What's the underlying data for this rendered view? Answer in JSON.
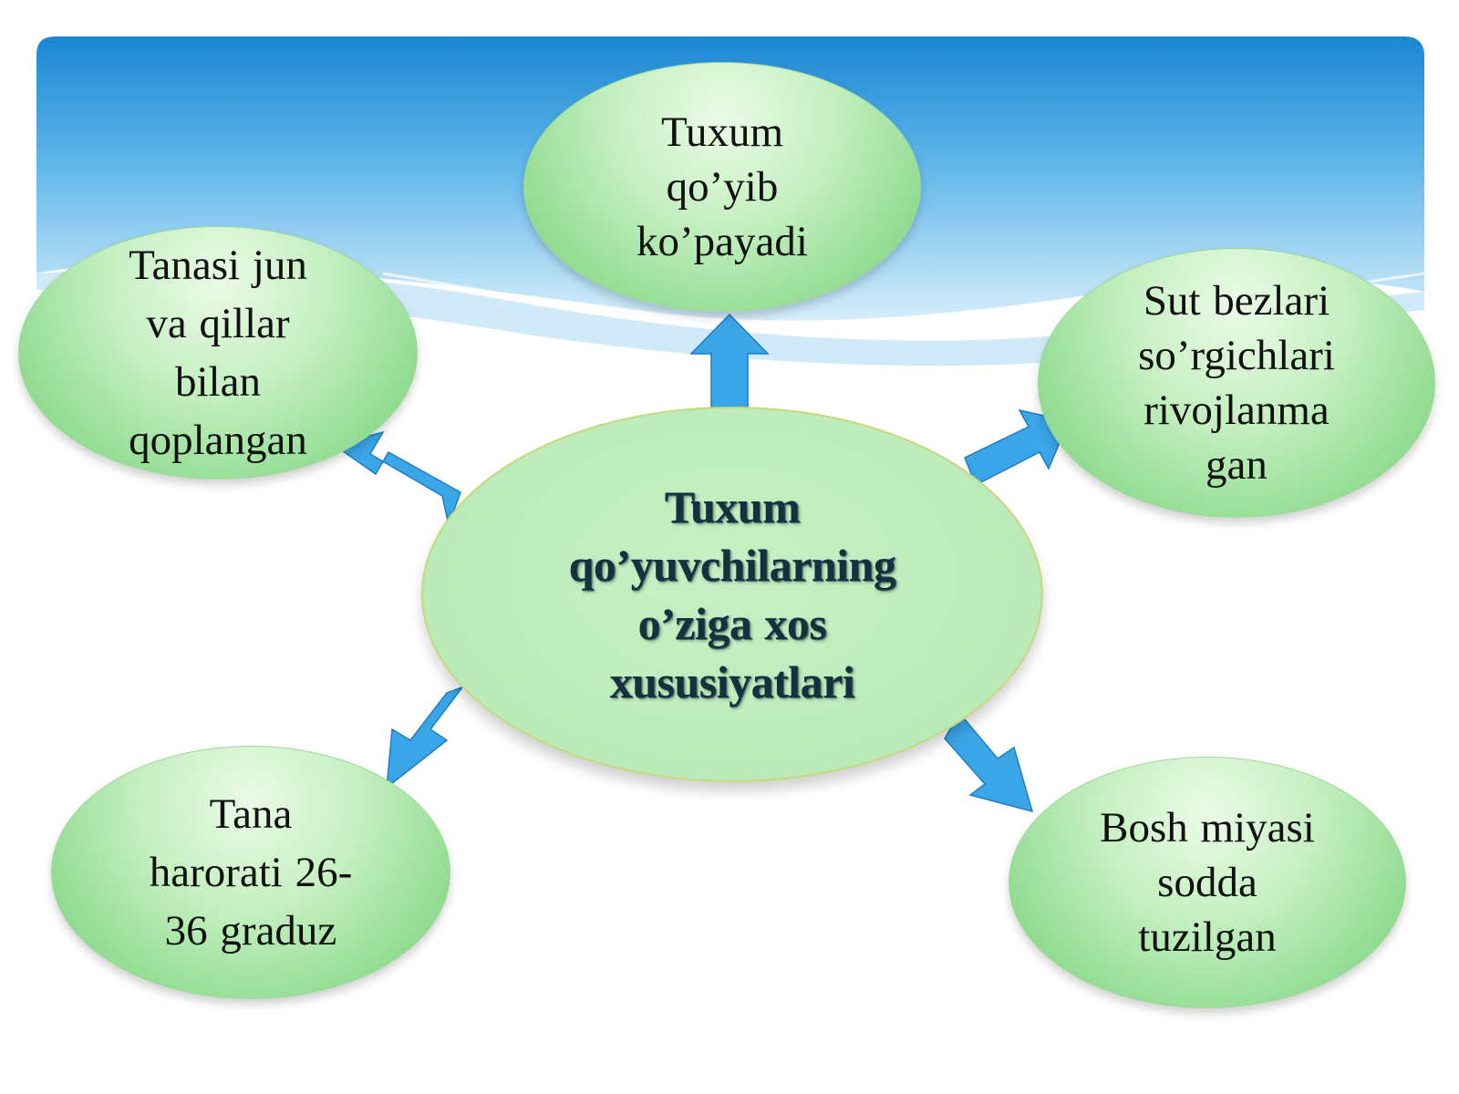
{
  "center": {
    "text": "Tuxum\nqo’yuvchilarning\no’ziga xos\nxususiyatlari"
  },
  "nodes": {
    "top": {
      "text": "Tuxum\nqo’yib\nko’payadi"
    },
    "left": {
      "text": "Tanasi   jun\nva qillar\nbilan\nqoplangan"
    },
    "right": {
      "text": "Sut bezlari\nso’rgichlari\nrivojlanma\ngan"
    },
    "bottom_left": {
      "text": "Tana\nharorati 26-\n36 graduz"
    },
    "bottom_right": {
      "text": "Bosh  miyasi\nsodda\ntuzilgan"
    }
  },
  "colors": {
    "sky_top": "#1f8fd8",
    "sky_bottom": "#bfe3f7",
    "arrow": "#3aa6e8",
    "node_green": "#8ad98b",
    "center_green": "#bdecbb"
  }
}
